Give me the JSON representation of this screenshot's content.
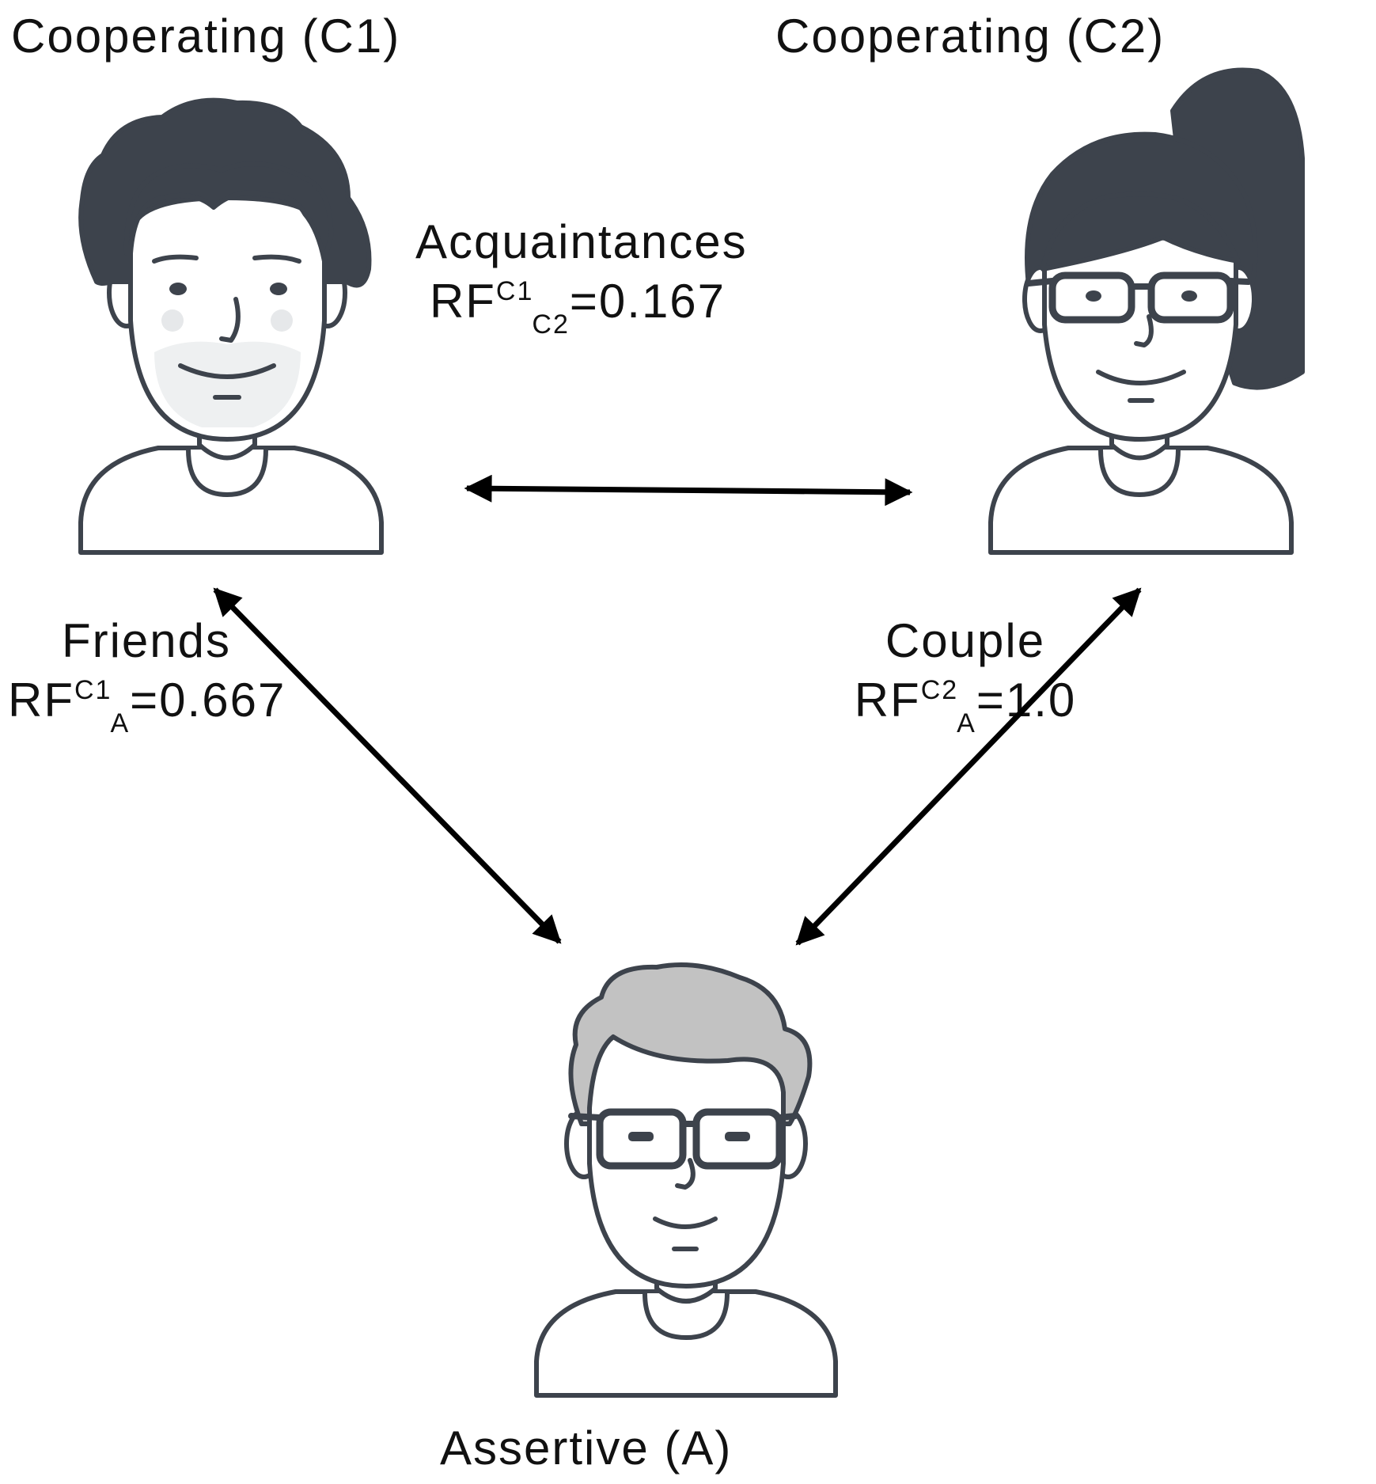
{
  "people": {
    "c1": {
      "label": "Cooperating (C1)",
      "icon": "man-curly-hair-avatar-icon"
    },
    "c2": {
      "label": "Cooperating (C2)",
      "icon": "woman-ponytail-glasses-avatar-icon"
    },
    "a": {
      "label": "Assertive (A)",
      "icon": "man-glasses-avatar-icon"
    }
  },
  "relations": {
    "c1_c2": {
      "type": "Acquaintances",
      "rf": "RF",
      "sup": "C1",
      "sub": "C2",
      "value": "=0.167"
    },
    "c1_a": {
      "type": "Friends",
      "rf": "RF",
      "sup": "C1",
      "sub": "A",
      "value": "=0.667"
    },
    "c2_a": {
      "type": "Couple",
      "rf": "RF",
      "sup": "C2",
      "sub": "A",
      "value": "=1.0"
    }
  },
  "colors": {
    "dark_hair": "#3d434c",
    "light_hair": "#c2c2c2",
    "outline": "#3d434c",
    "arrow": "#000000"
  }
}
